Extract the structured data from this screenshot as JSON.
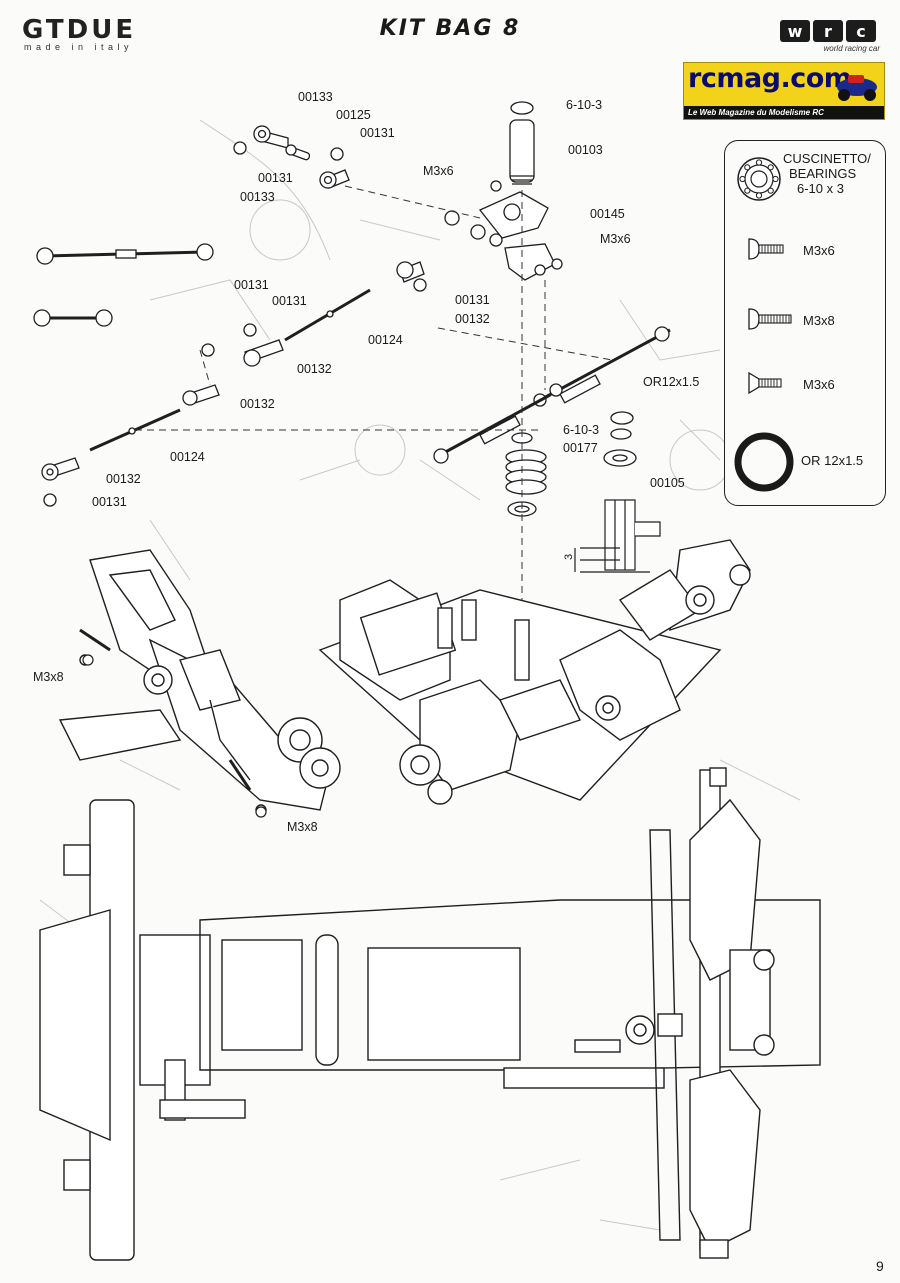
{
  "header": {
    "brand_wordmark": "GTDUE",
    "brand_tagline": "made in italy",
    "title": "KIT BAG 8",
    "wrc_letters": [
      "w",
      "r",
      "c"
    ],
    "wrc_subtitle": "world racing car"
  },
  "watermark": {
    "site": "rcmag.com",
    "tagline": "Le Web Magazine du Modelisme RC"
  },
  "legend": {
    "bearing_label": "CUSCINETTO/\nBEARINGS\n6-10 x 3",
    "bearing_line1": "CUSCINETTO/",
    "bearing_line2": "BEARINGS",
    "bearing_line3": "6-10 x 3",
    "screw1": "M3x6",
    "screw2": "M3x8",
    "screw3": "M3x6",
    "oring": "OR 12x1.5"
  },
  "callouts": {
    "c00133a": "00133",
    "c00125": "00125",
    "c00131a": "00131",
    "c00131b": "00131",
    "c00133b": "00133",
    "c6103a": "6-10-3",
    "c00103": "00103",
    "cM3x6a": "M3x6",
    "c00145": "00145",
    "cM3x6b": "M3x6",
    "c00131c": "00131",
    "c00131d": "00131",
    "c00124a": "00124",
    "c00132a": "00132",
    "c00131e": "00131",
    "c00132b": "00132",
    "c00132c": "00132",
    "cOR": "OR12x1.5",
    "c6103b": "6-10-3",
    "c00177": "00177",
    "c00124b": "00124",
    "c00132d": "00132",
    "c00105": "00105",
    "c00131f": "00131",
    "cDim3": "3",
    "cM3x8a": "M3x8",
    "cM3x8b": "M3x8"
  },
  "page_number": "9",
  "colors": {
    "line": "#1f1f1f",
    "ghost": "#c9c9c9",
    "watermark_yellow": "#f3d21a",
    "watermark_blue": "#0b0b6e"
  }
}
